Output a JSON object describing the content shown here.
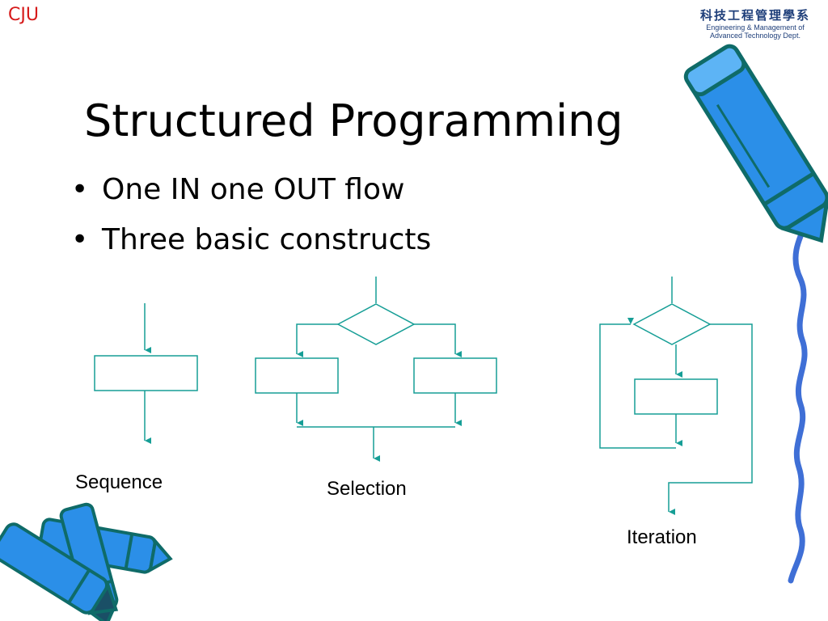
{
  "corner": {
    "label": "CJU"
  },
  "department": {
    "chinese": "科技工程管理學系",
    "line1": "Engineering & Management of",
    "line2": "Advanced  Technology  Dept."
  },
  "slide": {
    "title": "Structured Programming",
    "bullets": [
      {
        "marker": "•",
        "text": "One IN one OUT flow"
      },
      {
        "marker": "•",
        "text": "Three basic constructs"
      }
    ]
  },
  "diagrams": {
    "line_color": "#169e96",
    "captions": {
      "sequence": "Sequence",
      "selection": "Selection",
      "iteration": "Iteration"
    }
  },
  "decorations": {
    "crayon_color": "#2b8fe8",
    "crayon_outline": "#0f6b68",
    "border_color": "#3f6fd6"
  }
}
